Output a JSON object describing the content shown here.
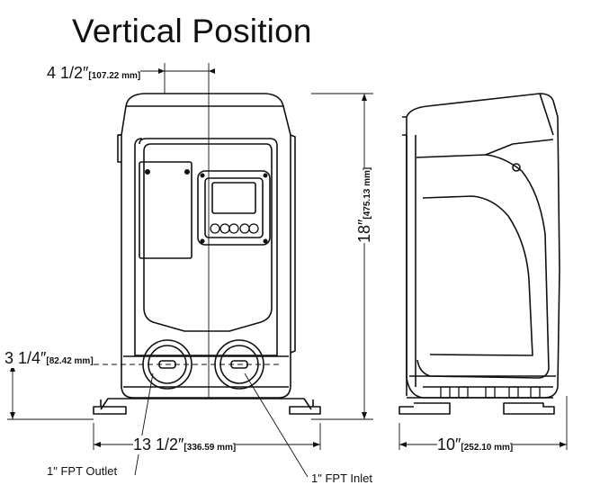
{
  "title": "Vertical Position",
  "dimensions": {
    "top_width": {
      "imperial": "4 1/2″",
      "metric": "[107.22 mm]"
    },
    "height": {
      "imperial": "18″",
      "metric": "[475.13 mm]"
    },
    "port_height": {
      "imperial": "3 1/4″",
      "metric": "[82.42 mm]"
    },
    "base_width": {
      "imperial": "13 1/2″",
      "metric": "[336.59 mm]"
    },
    "depth": {
      "imperial": "10″",
      "metric": "[252.10 mm]"
    }
  },
  "callouts": {
    "outlet": "1\" FPT Outlet",
    "inlet": "1\" FPT Inlet"
  }
}
